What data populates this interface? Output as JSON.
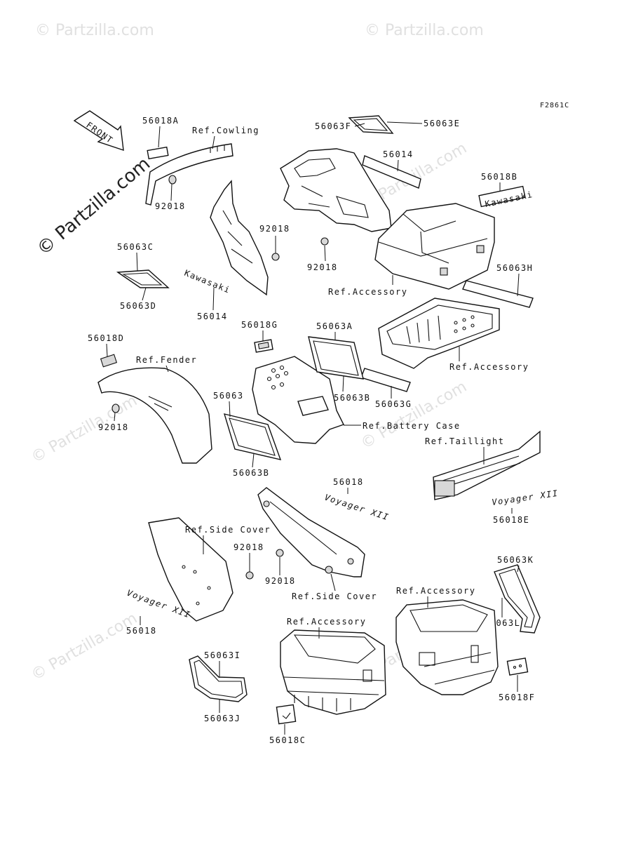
{
  "figure_code": "F2861C",
  "watermark": "© Partzilla.com",
  "front_arrow_label": "FRONT",
  "labels": {
    "p56018A": "56018A",
    "ref_cowling": "Ref.Cowling",
    "p92018_a": "92018",
    "p56063F": "56063F",
    "p56063E": "56063E",
    "p56014_a": "56014",
    "p56018B": "56018B",
    "p92018_b": "92018",
    "p92018_c": "92018",
    "p56063C": "56063C",
    "p56063D": "56063D",
    "p56014_b": "56014",
    "ref_accessory_a": "Ref.Accessory",
    "p56063H": "56063H",
    "p56018D": "56018D",
    "ref_fender": "Ref.Fender",
    "p92018_d": "92018",
    "p56018G": "56018G",
    "p56063A": "56063A",
    "p56063B_a": "56063B",
    "ref_accessory_b": "Ref.Accessory",
    "p56063G": "56063G",
    "p56063": "56063",
    "p56063B_b": "56063B",
    "ref_battery_case": "Ref.Battery Case",
    "ref_taillight": "Ref.Taillight",
    "p56018_a": "56018",
    "p56018E": "56018E",
    "ref_side_cover_a": "Ref.Side Cover",
    "p92018_e": "92018",
    "p92018_f": "92018",
    "ref_side_cover_b": "Ref.Side Cover",
    "p56018_b": "56018",
    "p56063K": "56063K",
    "ref_accessory_c": "Ref.Accessory",
    "p56063L": "56063L",
    "ref_accessory_d": "Ref.Accessory",
    "p56063I": "56063I",
    "p56063J": "56063J",
    "p56018C": "56018C",
    "p56018F": "56018F"
  },
  "emblems": {
    "kawasaki": "Kawasaki",
    "voyager": "Voyager XII"
  }
}
